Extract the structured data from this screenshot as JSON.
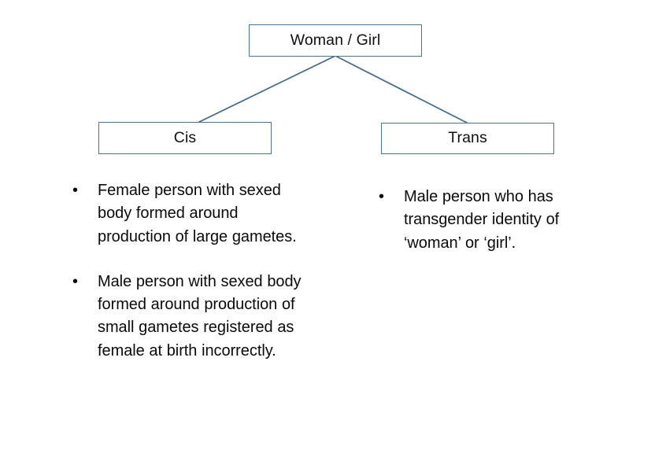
{
  "diagram": {
    "type": "tree",
    "title": "Woman / Girl",
    "accent_color": "#4a7394",
    "background_color": "#ffffff",
    "text_color": "#0a0a0a",
    "nodes": {
      "root": {
        "label": "Woman / Girl"
      },
      "left": {
        "label": "Cis"
      },
      "right": {
        "label": "Trans"
      }
    },
    "columns": {
      "cis": {
        "bullets": [
          "Female person with sexed body formed around production of large gametes.",
          "Male person with sexed body formed around production of small gametes registered as female at birth incorrectly."
        ]
      },
      "trans": {
        "bullets": [
          "Male person who has transgender identity of ‘woman’ or ‘girl’."
        ]
      }
    },
    "bullet_glyph": "•"
  }
}
